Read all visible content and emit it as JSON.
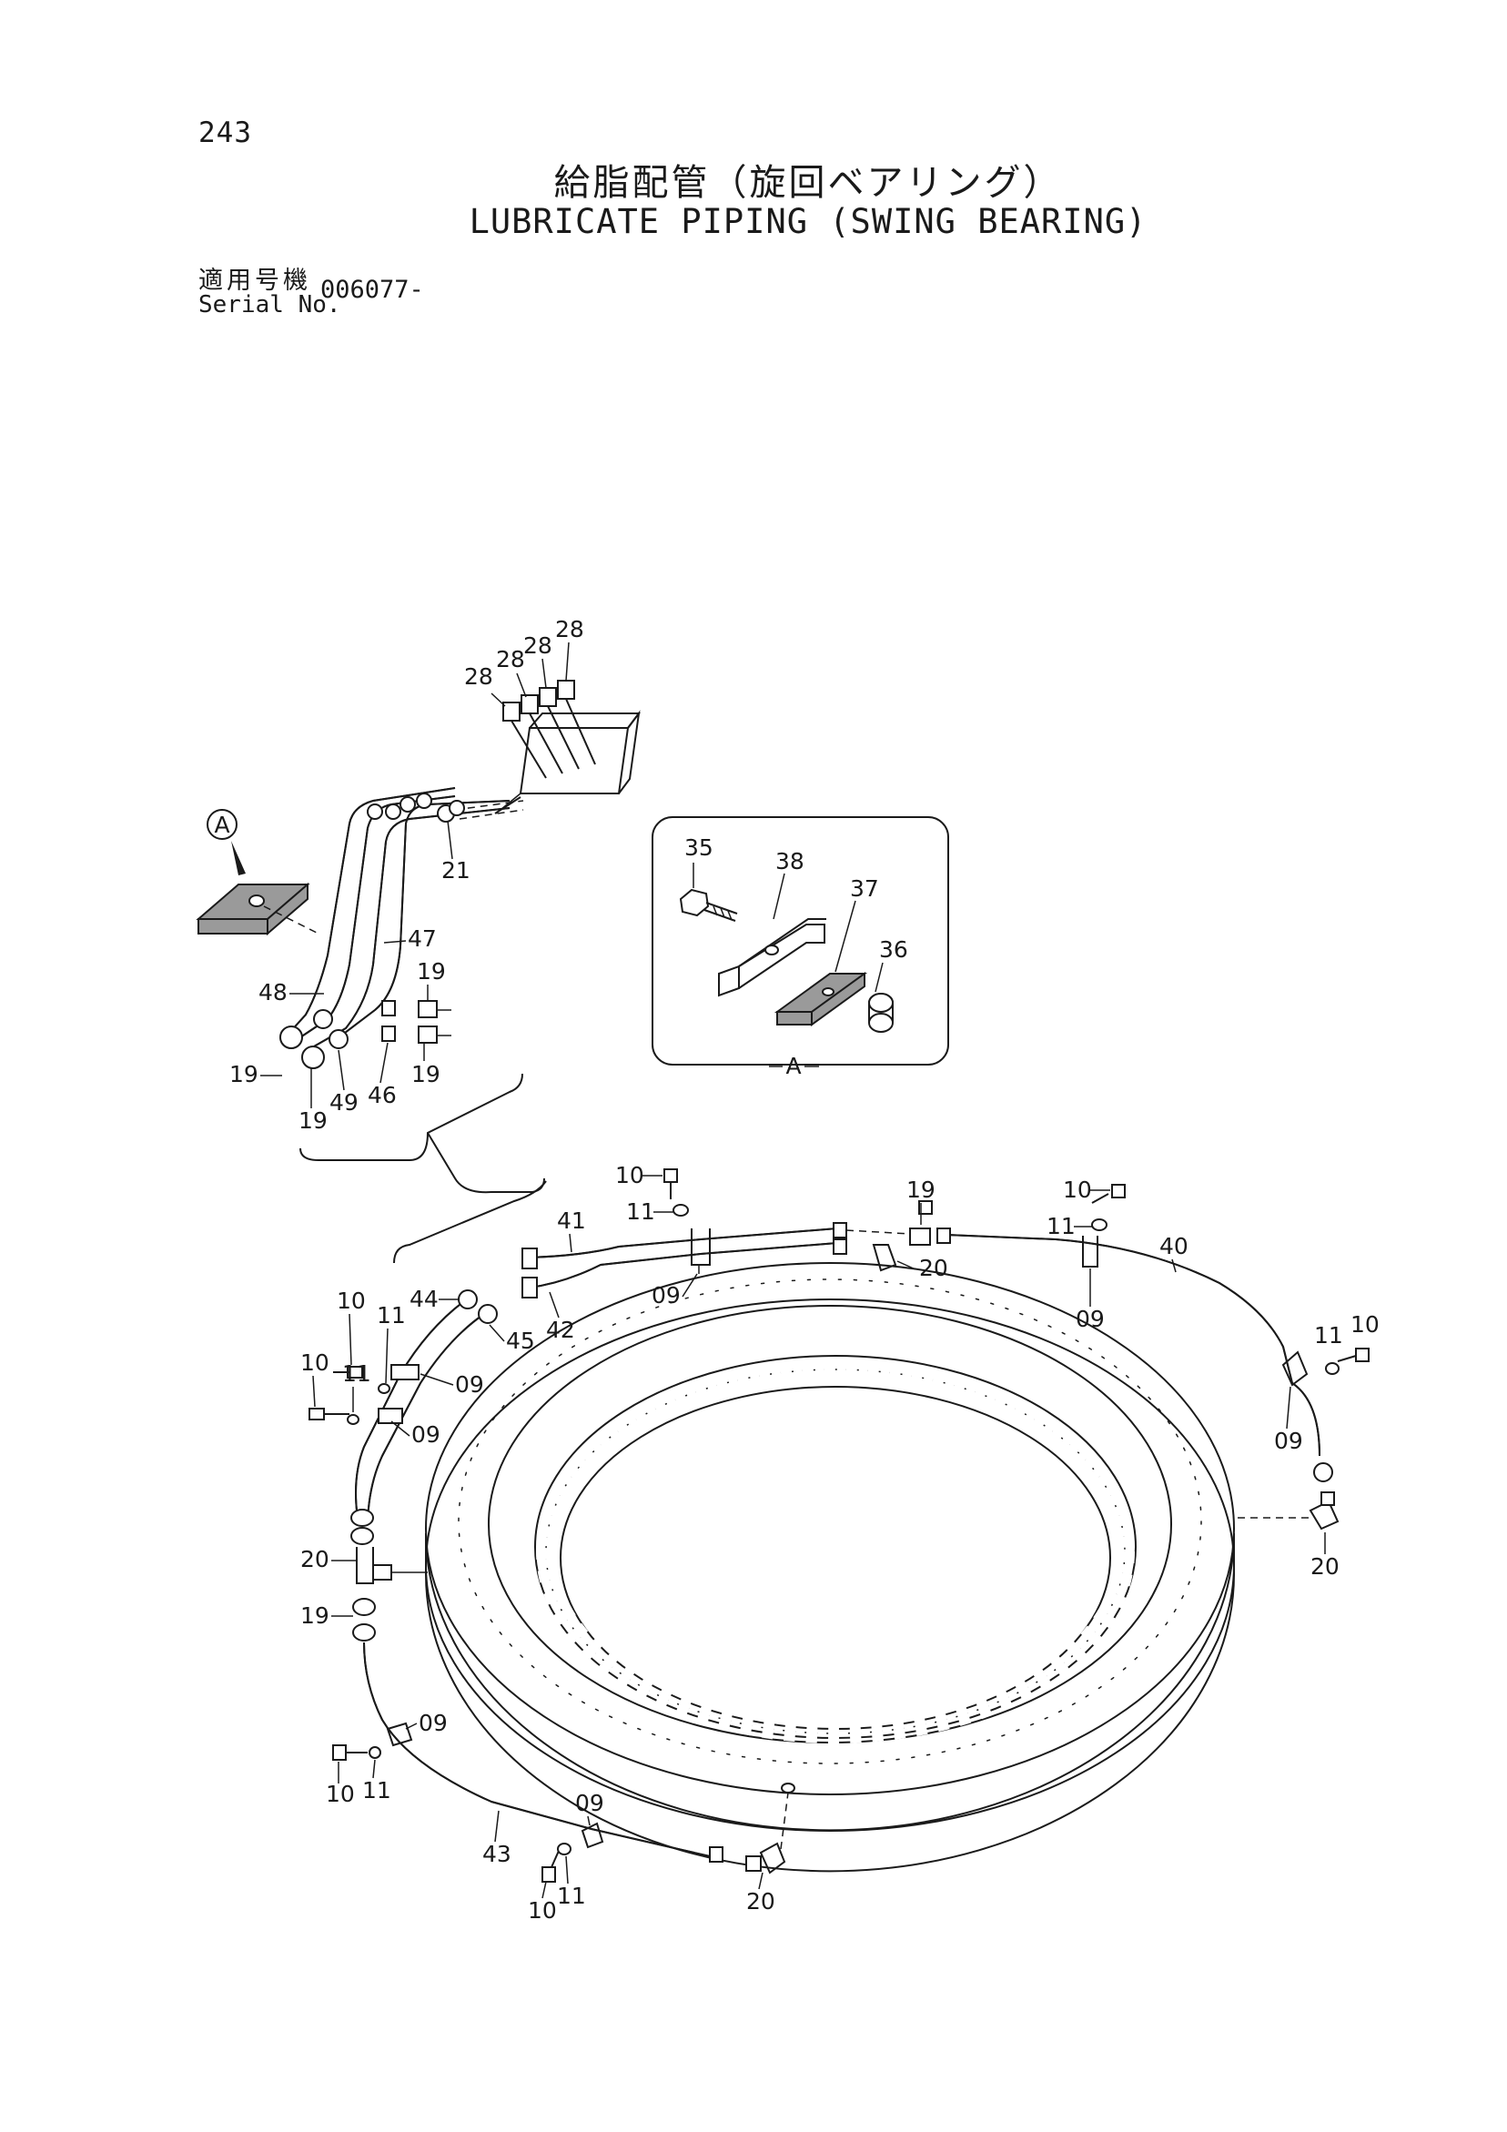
{
  "header": {
    "page_number": "243",
    "title_jp": "給脂配管（旋回ベアリング）",
    "title_en": "LUBRICATE PIPING (SWING BEARING)",
    "serial_label_jp": "適用号機",
    "serial_label_en": "Serial No.",
    "serial_value": "006077-"
  },
  "detail_view": {
    "marker": "A",
    "caption": "A"
  },
  "callouts": {
    "c28a": "28",
    "c28b": "28",
    "c28c": "28",
    "c28d": "28",
    "c21": "21",
    "c47": "47",
    "c48": "48",
    "c19a": "19",
    "c19b": "19",
    "c19c": "19",
    "c19d": "19",
    "c49": "49",
    "c46": "46",
    "c35": "35",
    "c38": "38",
    "c37": "37",
    "c36": "36",
    "c10a": "10",
    "c11a": "11",
    "c41": "41",
    "c09a": "09",
    "c42": "42",
    "c19e": "19",
    "c20a": "20",
    "c10b": "10",
    "c11b": "11",
    "c40": "40",
    "c09b": "09",
    "c11c": "11",
    "c10c": "10",
    "c09c": "09",
    "c20b": "20",
    "c10d": "10",
    "c11d": "11",
    "c44": "44",
    "c45": "45",
    "c09d": "09",
    "c10e": "10",
    "c11e": "11",
    "c09e": "09",
    "c20c": "20",
    "c19f": "19",
    "c09f": "09",
    "c10f": "10",
    "c11f": "11",
    "c43": "43",
    "c09g": "09",
    "c10g": "10",
    "c11g": "11",
    "c20d": "20"
  }
}
